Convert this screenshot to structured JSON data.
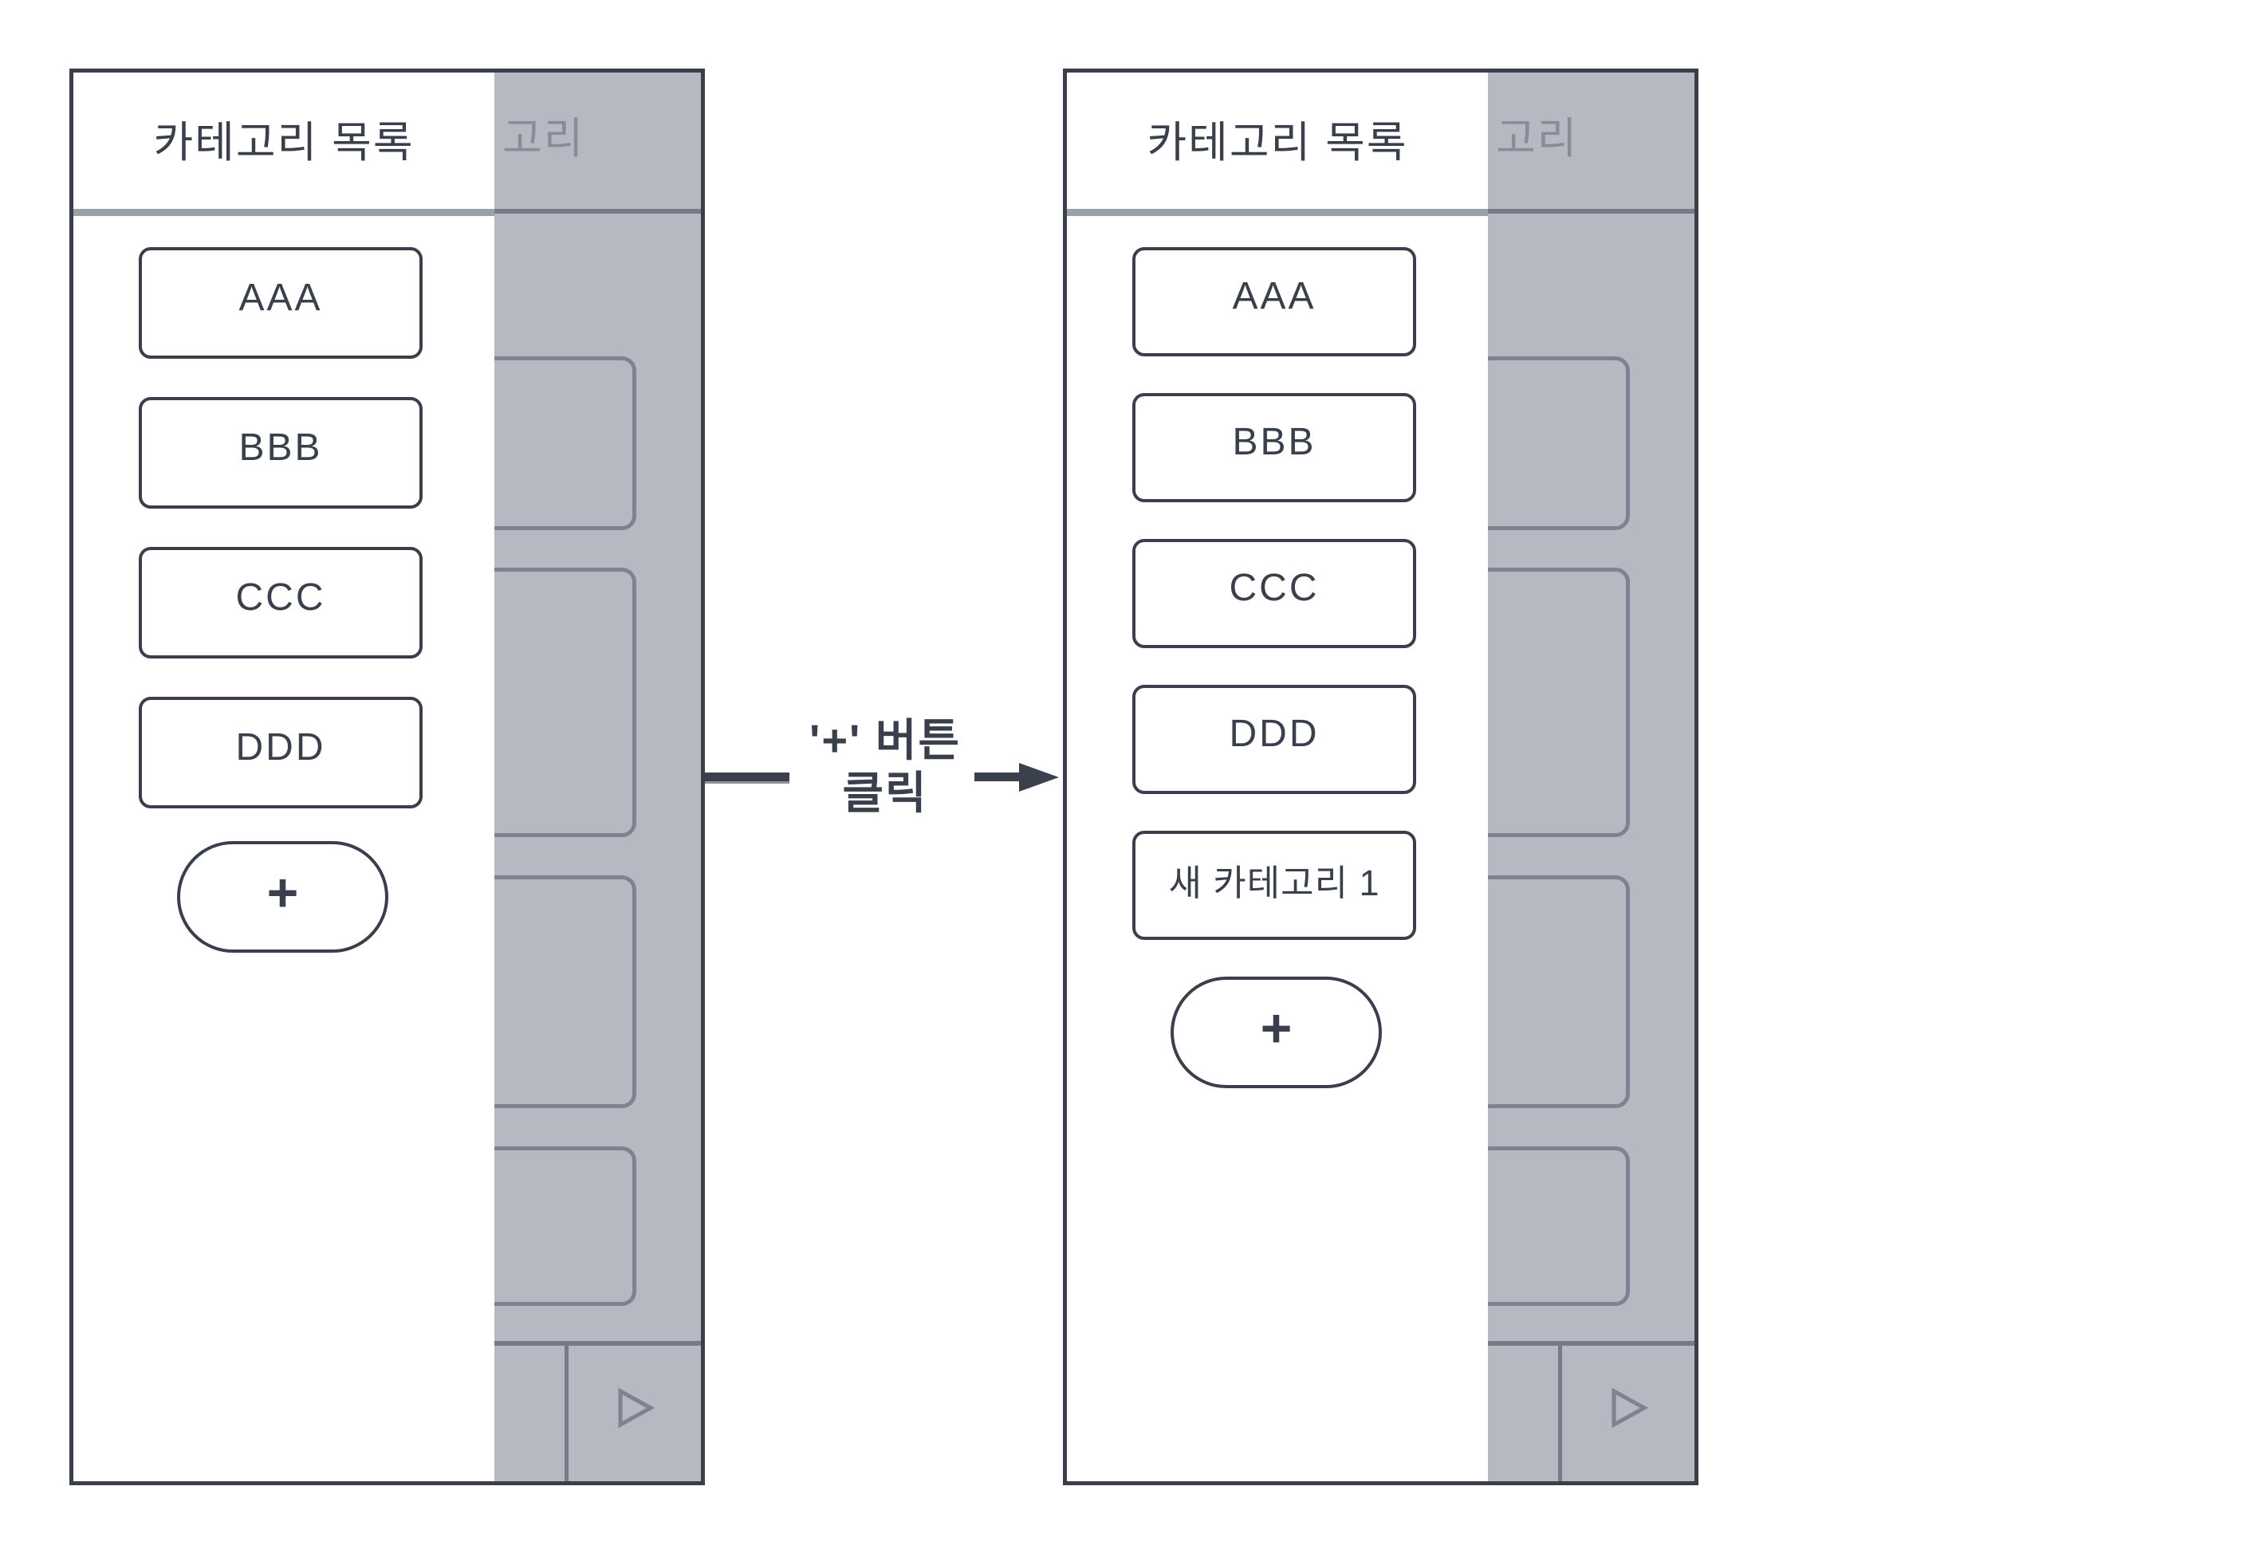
{
  "arrow": {
    "label_line1": "'+' 버튼",
    "label_line2": "클릭"
  },
  "panel_before": {
    "title": "카테고리 목록",
    "ghost_title": "고리",
    "items": [
      "AAA",
      "BBB",
      "CCC",
      "DDD"
    ],
    "add_button": "+"
  },
  "panel_after": {
    "title": "카테고리 목록",
    "ghost_title": "고리",
    "items": [
      "AAA",
      "BBB",
      "CCC",
      "DDD"
    ],
    "new_item": "새 카테고리 1",
    "add_button": "+"
  },
  "icons": {
    "play": "play-triangle-right"
  },
  "colors": {
    "ink": "#39404b",
    "panel_bg": "#ffffff",
    "ghost_bg": "#b6b9c1",
    "ghost_line": "#7d8390",
    "ghost_text": "#878d99",
    "divider_light": "#9ba1ab",
    "divider_dark": "#757b87"
  }
}
